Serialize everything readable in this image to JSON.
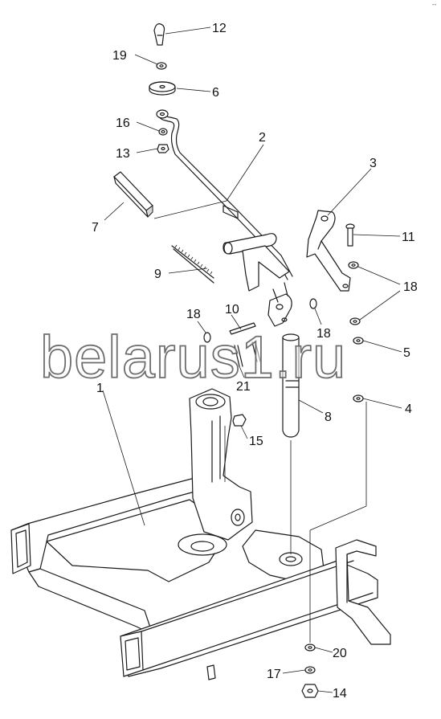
{
  "corner_mark": "‐‐",
  "watermark": "belarus1.ru",
  "callouts": {
    "c1": "1",
    "c2": "2",
    "c3": "3",
    "c4": "4",
    "c5": "5",
    "c6": "6",
    "c7": "7",
    "c8": "8",
    "c9": "9",
    "c10": "10",
    "c11": "11",
    "c12": "12",
    "c13": "13",
    "c14": "14",
    "c15": "15",
    "c16": "16",
    "c17": "17",
    "c18a": "18",
    "c18b": "18",
    "c18c": "18",
    "c19": "19",
    "c20": "20",
    "c21": "21"
  }
}
